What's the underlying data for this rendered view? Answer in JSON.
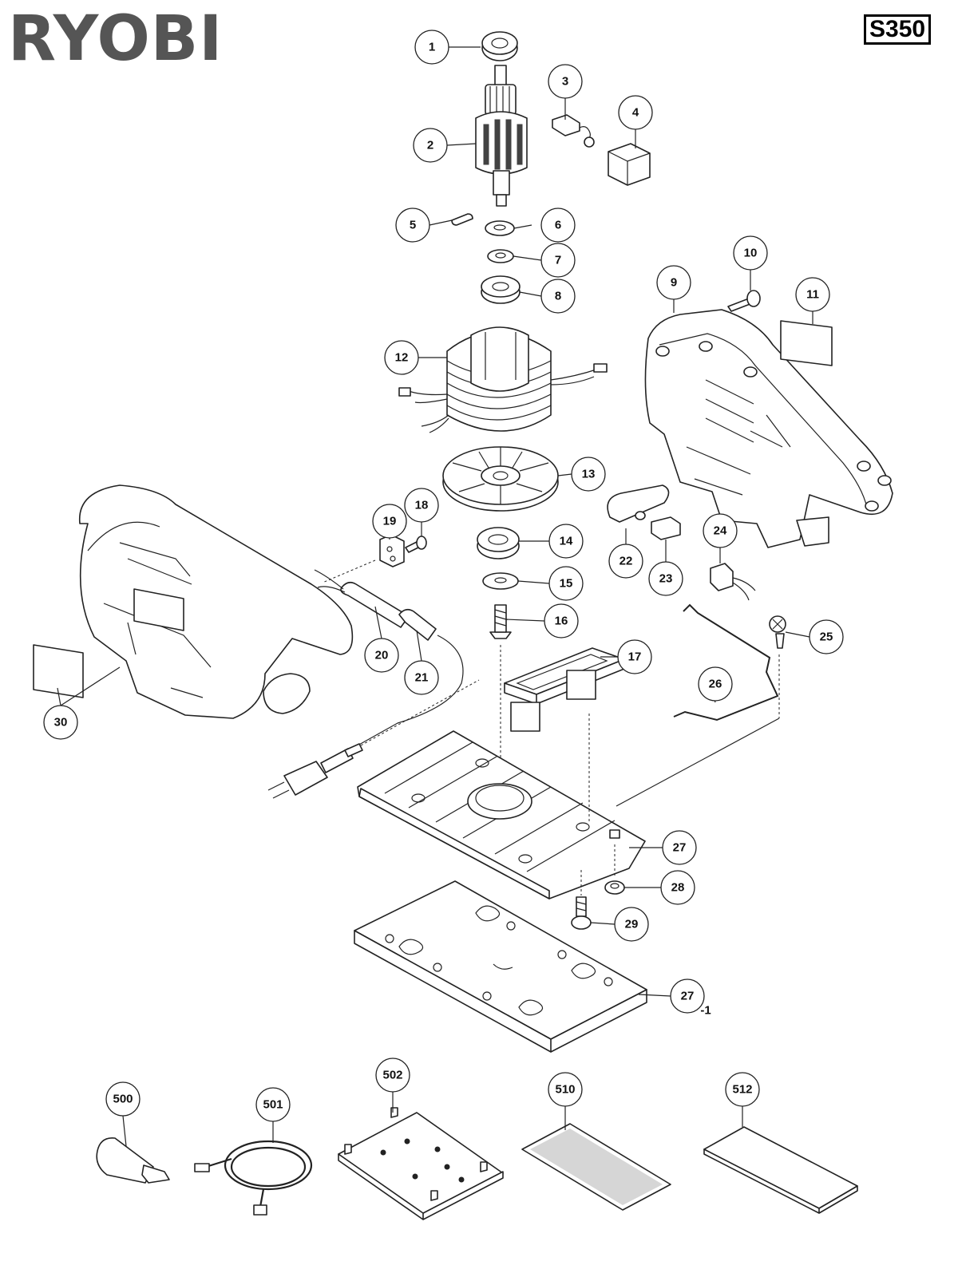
{
  "brand": "RYOBI",
  "model": "S350",
  "callouts": [
    {
      "label": "1"
    },
    {
      "label": "2"
    },
    {
      "label": "3"
    },
    {
      "label": "4"
    },
    {
      "label": "5"
    },
    {
      "label": "6"
    },
    {
      "label": "7"
    },
    {
      "label": "8"
    },
    {
      "label": "9"
    },
    {
      "label": "10"
    },
    {
      "label": "11"
    },
    {
      "label": "12"
    },
    {
      "label": "13"
    },
    {
      "label": "14"
    },
    {
      "label": "15"
    },
    {
      "label": "16"
    },
    {
      "label": "17"
    },
    {
      "label": "18"
    },
    {
      "label": "19"
    },
    {
      "label": "20"
    },
    {
      "label": "21"
    },
    {
      "label": "22"
    },
    {
      "label": "23"
    },
    {
      "label": "24"
    },
    {
      "label": "25"
    },
    {
      "label": "26"
    },
    {
      "label": "27"
    },
    {
      "label": "28"
    },
    {
      "label": "29"
    },
    {
      "label": "27",
      "suffix": "-1"
    },
    {
      "label": "30"
    },
    {
      "label": "500"
    },
    {
      "label": "501"
    },
    {
      "label": "502"
    },
    {
      "label": "510"
    },
    {
      "label": "512"
    }
  ]
}
